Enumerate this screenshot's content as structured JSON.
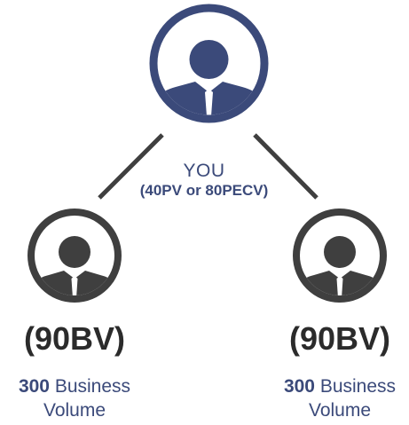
{
  "colors": {
    "top_node": "#3b4a7a",
    "child_node": "#3f3f3f",
    "connector": "#3f3f3f",
    "accent_text": "#3b4a7a",
    "bv_text": "#2b2b2b"
  },
  "root": {
    "icon": "person-icon",
    "name": "YOU",
    "requirement": "(40PV or 80PECV)"
  },
  "children": [
    {
      "icon": "person-icon",
      "bv": "(90BV)",
      "volume_number": "300",
      "volume_text": "Business",
      "volume_text_2": "Volume"
    },
    {
      "icon": "person-icon",
      "bv": "(90BV)",
      "volume_number": "300",
      "volume_text": "Business",
      "volume_text_2": "Volume"
    }
  ]
}
